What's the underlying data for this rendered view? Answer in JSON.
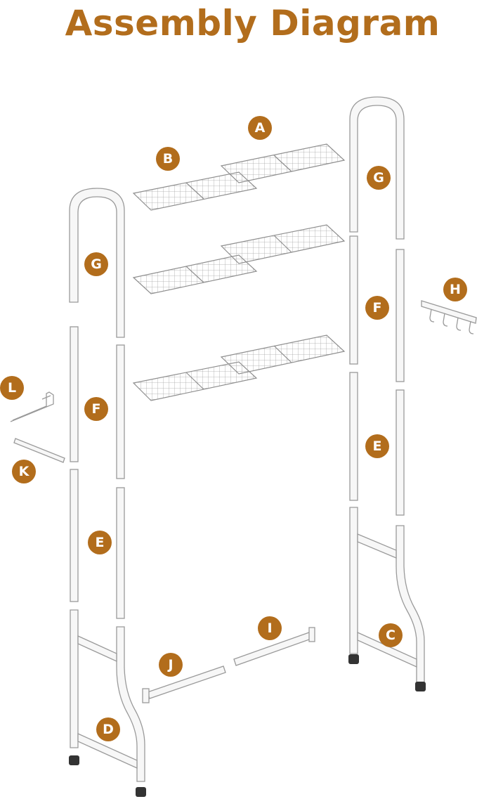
{
  "title": "Assembly Diagram",
  "colors": {
    "accent": "#b26d1c",
    "tube": "#f7f7f7",
    "tube_stroke": "#9a9a9a",
    "foot": "#333333"
  },
  "labels": [
    "A",
    "B",
    "C",
    "D",
    "E",
    "F",
    "G",
    "H",
    "I",
    "J",
    "K",
    "L"
  ]
}
